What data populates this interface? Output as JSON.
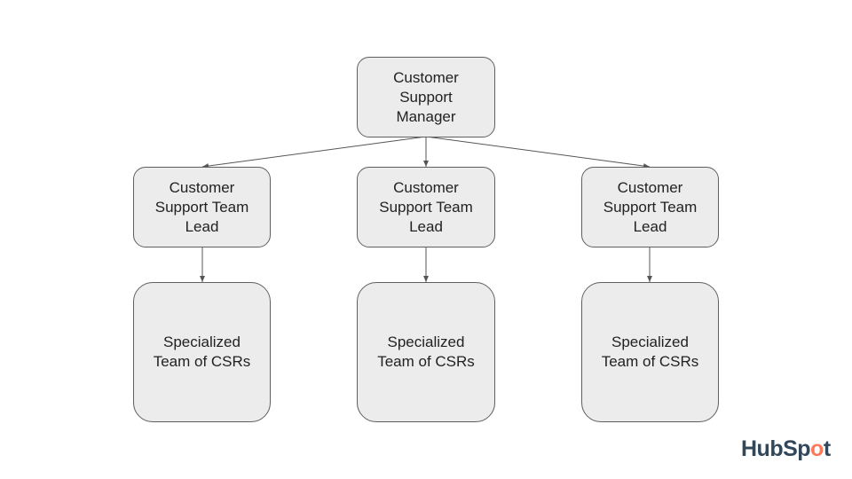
{
  "nodes": {
    "manager": "Customer\nSupport\nManager",
    "lead1": "Customer\nSupport Team\nLead",
    "lead2": "Customer\nSupport Team\nLead",
    "lead3": "Customer\nSupport Team\nLead",
    "team1": "Specialized\nTeam of CSRs",
    "team2": "Specialized\nTeam of CSRs",
    "team3": "Specialized\nTeam of CSRs"
  },
  "edges": [
    [
      "manager",
      "lead1"
    ],
    [
      "manager",
      "lead2"
    ],
    [
      "manager",
      "lead3"
    ],
    [
      "lead1",
      "team1"
    ],
    [
      "lead2",
      "team2"
    ],
    [
      "lead3",
      "team3"
    ]
  ],
  "logo": {
    "pre": "HubSp",
    "o": "o",
    "post": "t",
    "accent": "#ff7a59",
    "text_color": "#33475b"
  }
}
